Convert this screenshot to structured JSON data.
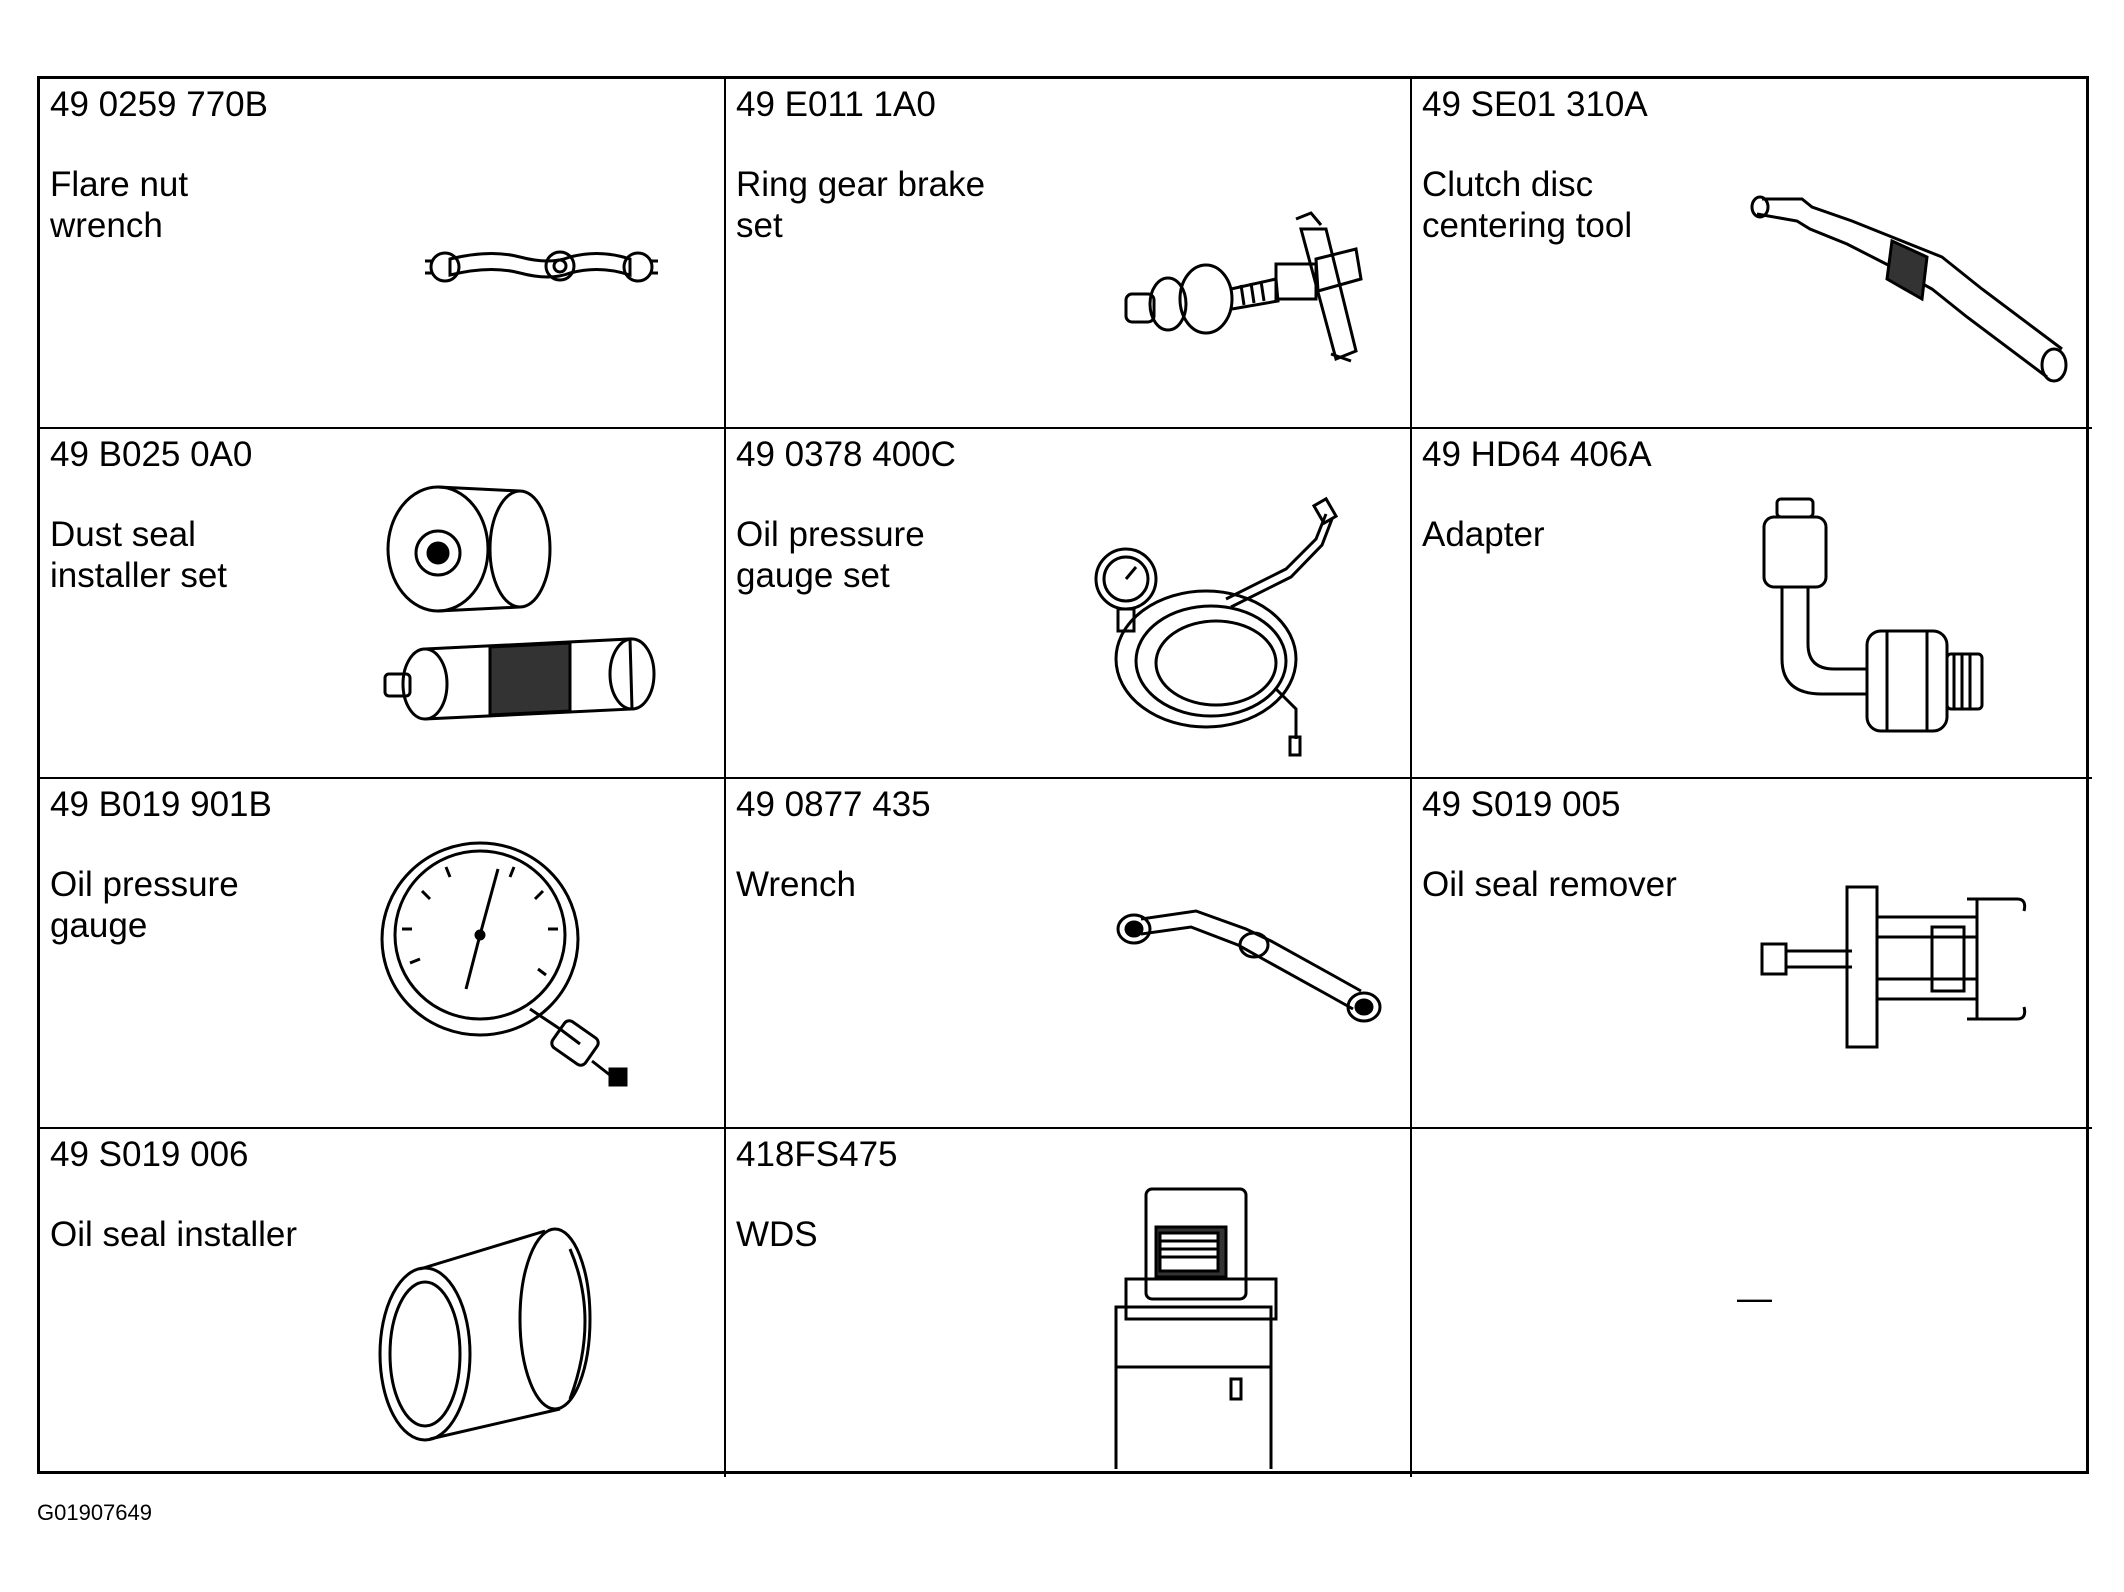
{
  "tools": [
    {
      "code": "49 0259 770B",
      "name": "Flare nut\nwrench",
      "icon": "flare-nut-wrench-icon"
    },
    {
      "code": "49 E011 1A0",
      "name": "Ring gear brake\nset",
      "icon": "ring-gear-brake-icon"
    },
    {
      "code": "49 SE01 310A",
      "name": "Clutch disc\ncentering tool",
      "icon": "clutch-centering-tool-icon"
    },
    {
      "code": "49 B025 0A0",
      "name": "Dust seal\ninstaller set",
      "icon": "dust-seal-installer-icon"
    },
    {
      "code": "49 0378 400C",
      "name": "Oil pressure\ngauge set",
      "icon": "oil-pressure-gauge-set-icon"
    },
    {
      "code": "49 HD64 406A",
      "name": "Adapter",
      "icon": "adapter-icon"
    },
    {
      "code": "49 B019 901B",
      "name": "Oil pressure\ngauge",
      "icon": "oil-pressure-gauge-icon"
    },
    {
      "code": "49 0877 435",
      "name": "Wrench",
      "icon": "wrench-icon"
    },
    {
      "code": "49 S019 005",
      "name": "Oil seal remover",
      "icon": "oil-seal-remover-icon"
    },
    {
      "code": "49 S019 006",
      "name": "Oil seal installer",
      "icon": "oil-seal-installer-icon"
    },
    {
      "code": "418FS475",
      "name": "WDS",
      "icon": "wds-cart-icon"
    },
    {
      "code": "",
      "name": "",
      "dash": "—"
    }
  ],
  "figure_id": "G01907649"
}
